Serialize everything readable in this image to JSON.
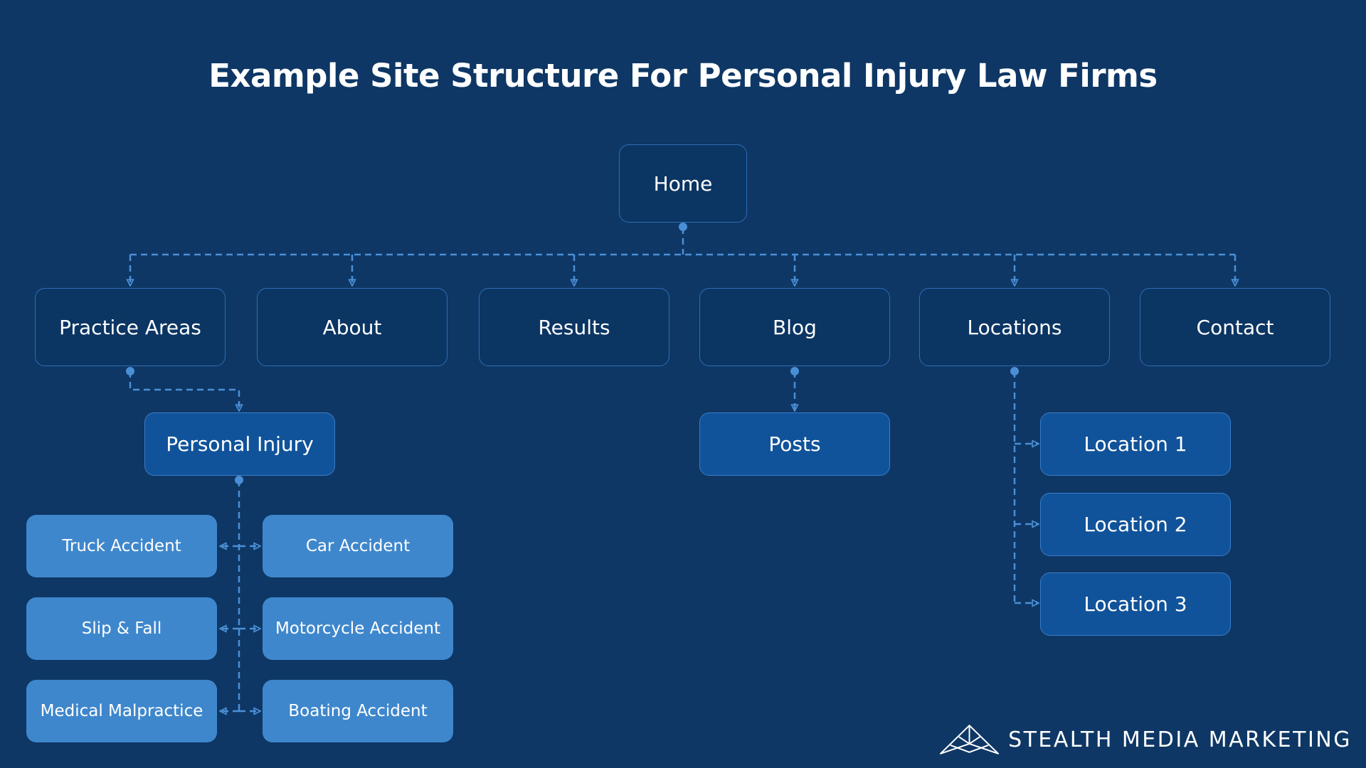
{
  "title": "Example Site Structure For Personal Injury Law Firms",
  "root": {
    "label": "Home"
  },
  "top_level": [
    {
      "label": "Practice Areas"
    },
    {
      "label": "About"
    },
    {
      "label": "Results"
    },
    {
      "label": "Blog"
    },
    {
      "label": "Locations"
    },
    {
      "label": "Contact"
    }
  ],
  "practice_areas": {
    "child": {
      "label": "Personal Injury"
    },
    "injury_types": [
      {
        "label": "Truck Accident"
      },
      {
        "label": "Car Accident"
      },
      {
        "label": "Slip & Fall"
      },
      {
        "label": "Motorcycle Accident"
      },
      {
        "label": "Medical Malpractice"
      },
      {
        "label": "Boating Accident"
      }
    ]
  },
  "blog": {
    "child": {
      "label": "Posts"
    }
  },
  "locations": {
    "children": [
      {
        "label": "Location 1"
      },
      {
        "label": "Location 2"
      },
      {
        "label": "Location 3"
      }
    ]
  },
  "brand": {
    "name": "STEALTH MEDIA MARKETING",
    "logo_icon": "stealth-jet-logo-icon"
  },
  "colors": {
    "background": "#0e3765",
    "connector": "#4a8fd6",
    "node_dark": "#0b3563",
    "node_mid": "#10539a",
    "node_light": "#3f87cc"
  }
}
